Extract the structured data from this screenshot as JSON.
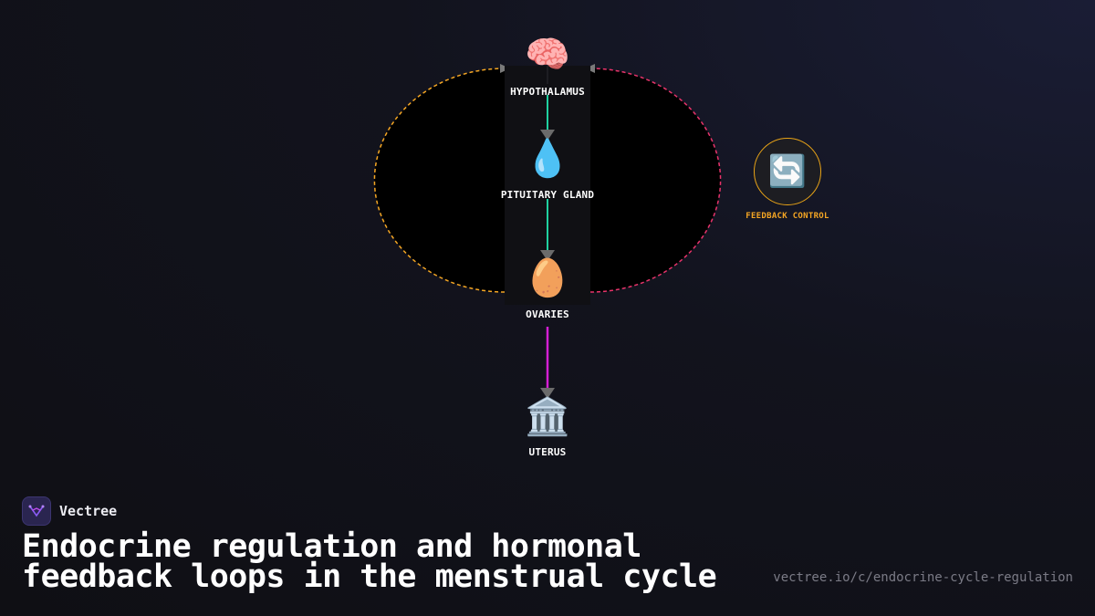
{
  "diagram": {
    "nodes": [
      {
        "id": "hypothalamus",
        "label": "HYPOTHALAMUS",
        "icon": "brain-icon",
        "glyph": "🧠"
      },
      {
        "id": "pituitary",
        "label": "PITUITARY GLAND",
        "icon": "droplet-icon",
        "glyph": "💧"
      },
      {
        "id": "ovaries",
        "label": "OVARIES",
        "icon": "egg-icon",
        "glyph": "🥚"
      },
      {
        "id": "uterus",
        "label": "UTERUS",
        "icon": "classical-building-icon",
        "glyph": "🏛️"
      }
    ],
    "edges": [
      {
        "from": "hypothalamus",
        "to": "pituitary",
        "color": "#1fd1a0",
        "style": "solid"
      },
      {
        "from": "pituitary",
        "to": "ovaries",
        "color": "#1fd1a0",
        "style": "solid"
      },
      {
        "from": "ovaries",
        "to": "uterus",
        "color": "#d41fd4",
        "style": "solid"
      },
      {
        "from": "ovaries",
        "to": "hypothalamus",
        "color": "#f5a623",
        "style": "dashed",
        "side": "left"
      },
      {
        "from": "ovaries",
        "to": "hypothalamus",
        "color": "#e8336a",
        "style": "dashed",
        "side": "right"
      }
    ],
    "feedback": {
      "label": "FEEDBACK CONTROL",
      "icon": "counterclockwise-arrows-icon",
      "glyph": "🔄",
      "color": "#f5a623"
    }
  },
  "brand": {
    "name": "Vectree"
  },
  "footer": {
    "title": "Endocrine regulation and hormonal feedback loops in the menstrual cycle",
    "url": "vectree.io/c/endocrine-cycle-regulation"
  }
}
